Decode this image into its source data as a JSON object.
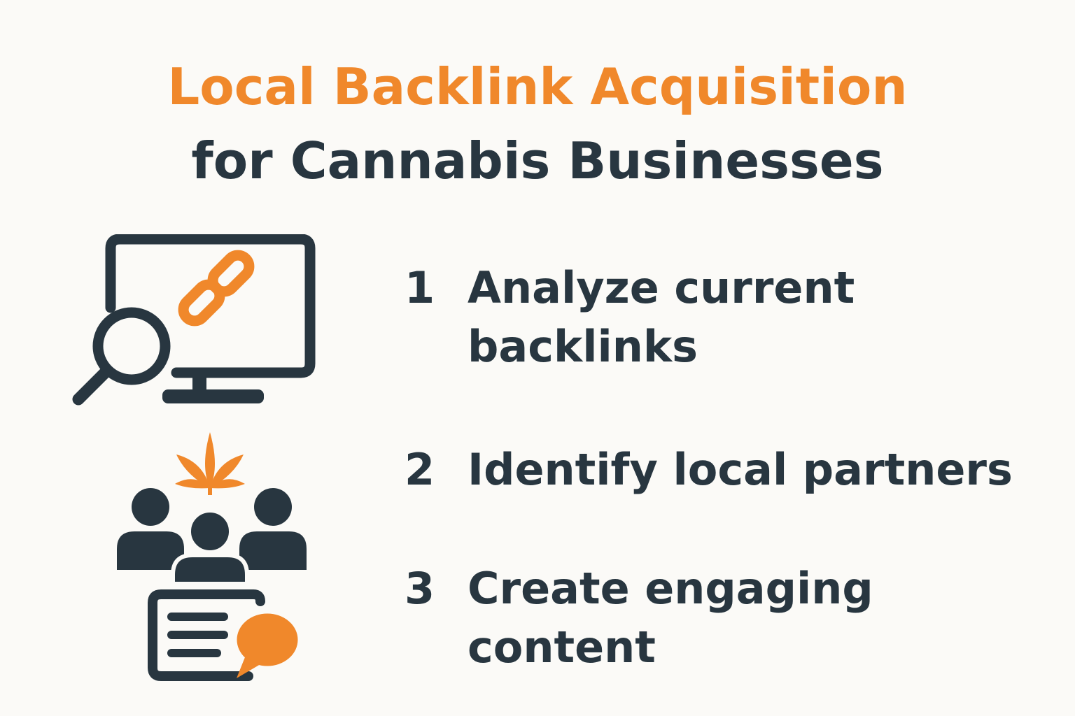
{
  "title": {
    "line1": "Local Backlink Acquisition",
    "line2": "for Cannabis Businesses"
  },
  "colors": {
    "accent": "#f0882b",
    "dark": "#283640",
    "background": "#fbfaf7"
  },
  "icons": {
    "analysis": [
      "monitor-icon",
      "chain-link-icon",
      "magnifying-glass-icon"
    ],
    "partners": [
      "cannabis-leaf-icon",
      "people-group-icon",
      "document-icon",
      "speech-bubble-icon"
    ]
  },
  "steps": [
    {
      "number": "1",
      "text_line1": "Analyze current",
      "text_line2": "backlinks"
    },
    {
      "number": "2",
      "text_line1": "Identify local partners",
      "text_line2": ""
    },
    {
      "number": "3",
      "text_line1": "Create engaging",
      "text_line2": "content"
    }
  ]
}
